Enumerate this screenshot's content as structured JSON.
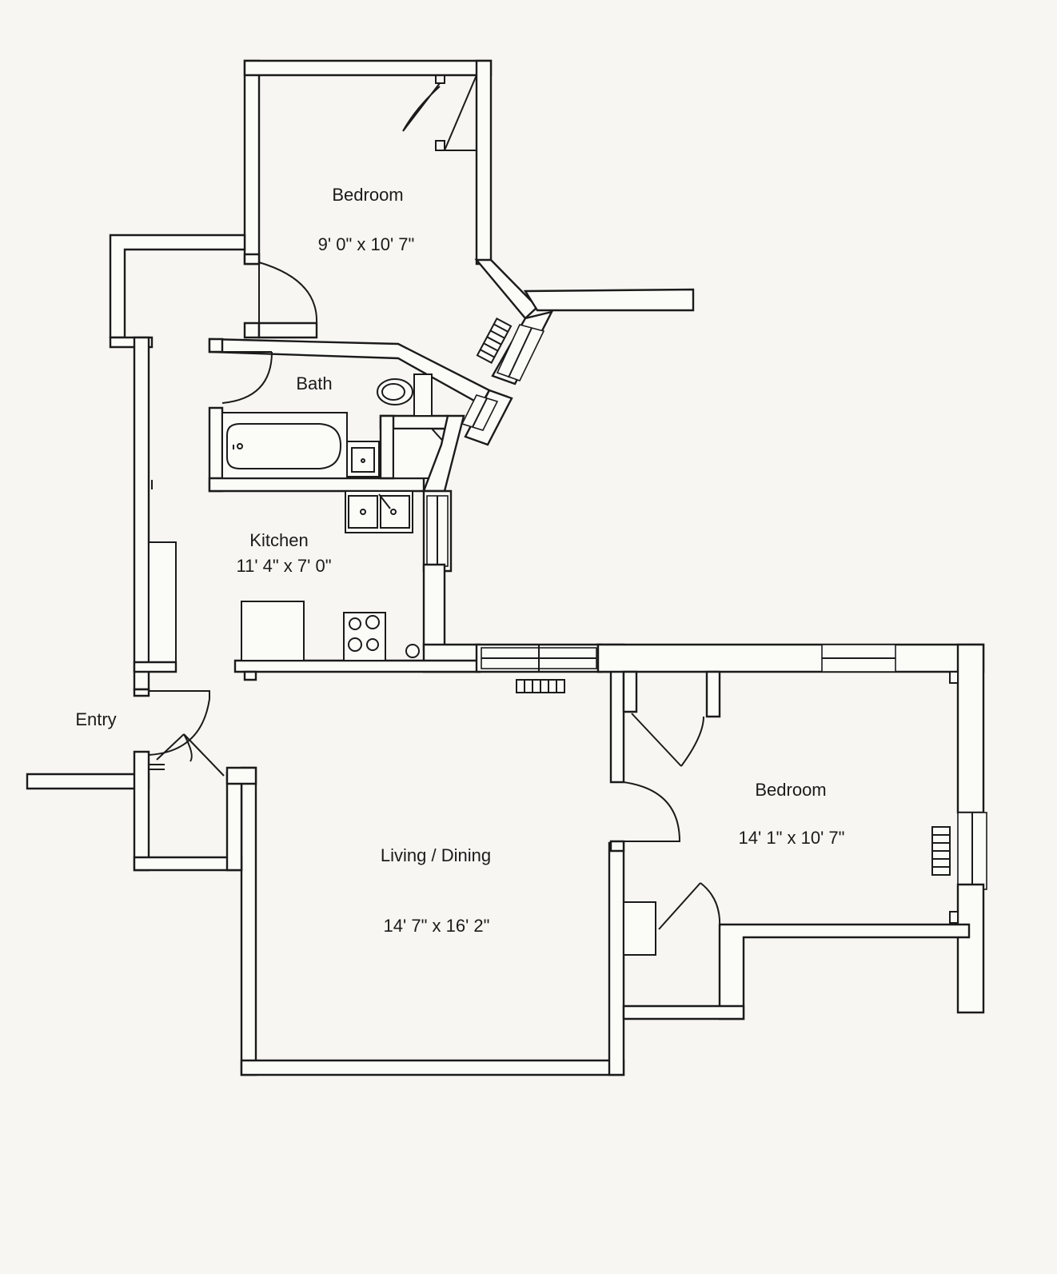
{
  "rooms": {
    "bedroom_1": {
      "name": "Bedroom",
      "dimensions": "9' 0\" x 10' 7\""
    },
    "bath": {
      "name": "Bath"
    },
    "kitchen": {
      "name": "Kitchen",
      "dimensions": "11' 4\" x 7' 0\""
    },
    "entry": {
      "name": "Entry"
    },
    "living_dining": {
      "name": "Living / Dining",
      "dimensions": "14' 7\" x 16' 2\""
    },
    "bedroom_2": {
      "name": "Bedroom",
      "dimensions": "14' 1\" x 10' 7\""
    }
  },
  "colors": {
    "line": "#1b1b1b",
    "paper": "#f7f6f2"
  }
}
